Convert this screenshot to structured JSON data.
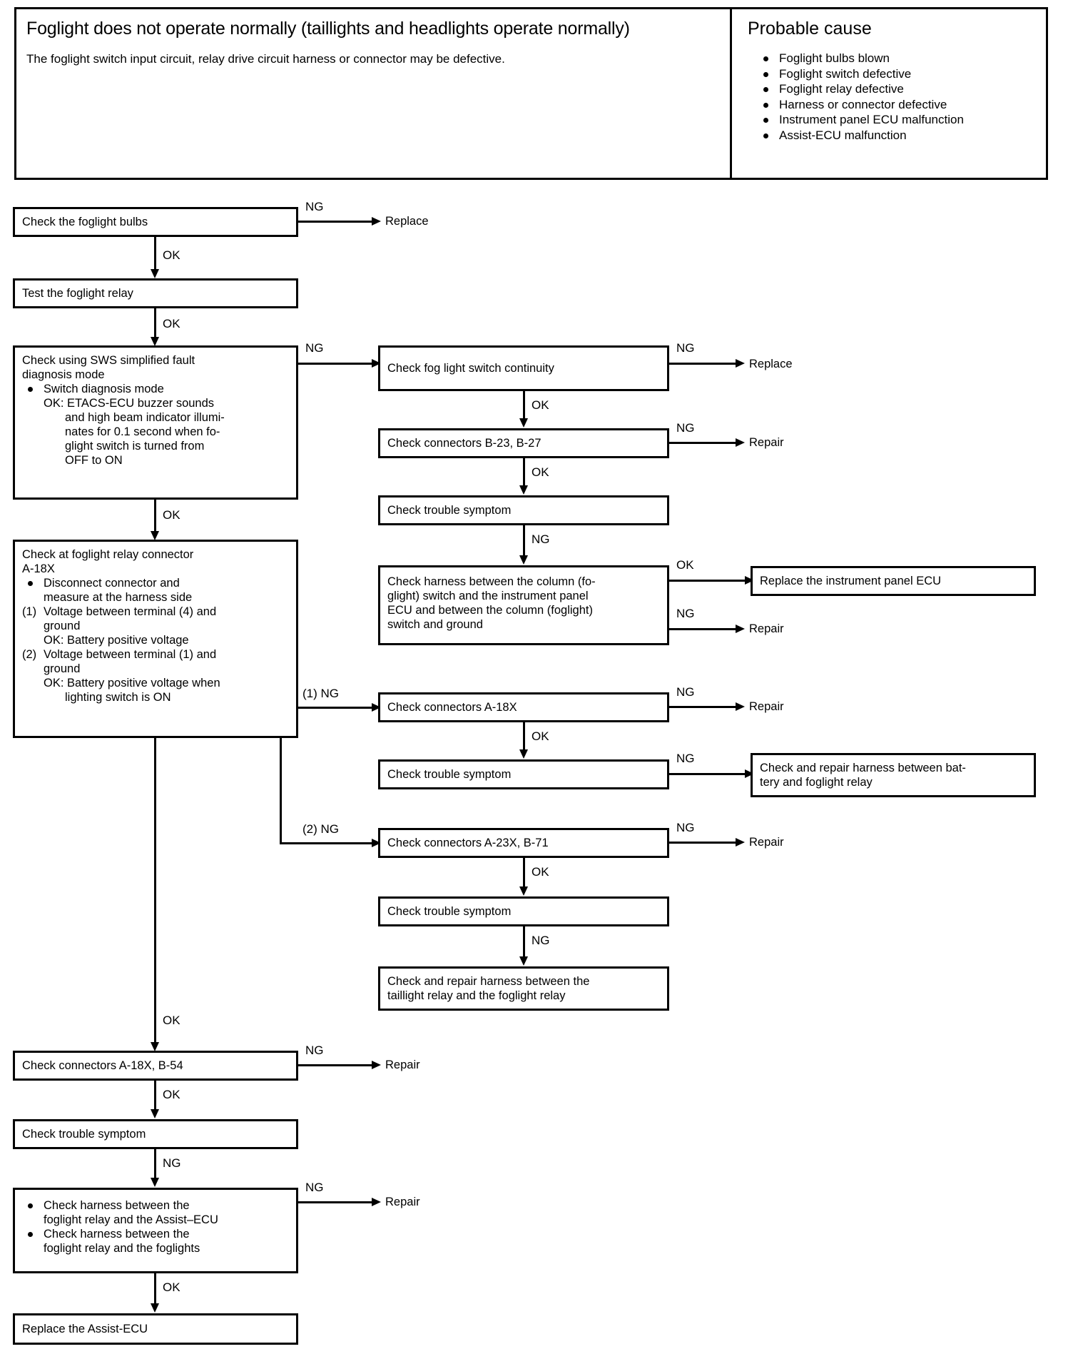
{
  "header": {
    "title": "Foglight does not operate normally (taillights and headlights operate normally)",
    "subtitle": "The foglight switch input circuit, relay drive circuit harness or connector may be defective.",
    "cause_title": "Probable cause",
    "causes": [
      "Foglight bulbs blown",
      "Foglight switch defective",
      "Foglight relay defective",
      "Harness or connector defective",
      "Instrument panel ECU malfunction",
      "Assist-ECU malfunction"
    ]
  },
  "labels": {
    "ok": "OK",
    "ng": "NG",
    "ng1": "(1) NG",
    "ng2": "(2) NG"
  },
  "nodes": {
    "check_bulbs": "Check the foglight bulbs",
    "replace1": "Replace",
    "test_relay": "Test the foglight relay",
    "sws": {
      "line1": "Check using SWS simplified fault",
      "line2": "diagnosis mode",
      "bullet": "Switch diagnosis mode",
      "ok1": "OK:   ETACS-ECU buzzer sounds",
      "ok2": "and high beam indicator illumi-",
      "ok3": "nates for 0.1 second when fo-",
      "ok4": "glight switch is turned from",
      "ok5": "OFF to ON"
    },
    "relay_conn": {
      "line1": "Check at foglight relay connector",
      "line2": "A-18X",
      "bullet1": "Disconnect connector and",
      "bullet1b": "measure at the harness side",
      "n1": "(1)",
      "n1a": "Voltage between terminal (4) and",
      "n1b": "ground",
      "n1ok": "OK:   Battery positive voltage",
      "n2": "(2)",
      "n2a": "Voltage between terminal (1) and",
      "n2b": "ground",
      "n2ok": "OK:   Battery positive voltage when",
      "n2ok2": "lighting switch is ON"
    },
    "fog_switch_cont": "Check fog light switch continuity",
    "replace2": "Replace",
    "conn_b23": "Check connectors B-23, B-27",
    "repair1": "Repair",
    "trouble1": "Check trouble symptom",
    "harness_column": {
      "l1": "Check harness between the column (fo-",
      "l2": "glight) switch and the instrument panel",
      "l3": "ECU and between the column (foglight)",
      "l4": "switch and ground"
    },
    "replace_ipecu": "Replace the instrument  panel ECU",
    "repair2": "Repair",
    "conn_a18x": "Check connectors A-18X",
    "repair3": "Repair",
    "trouble2": "Check trouble symptom",
    "harness_batt": {
      "l1": "Check and repair harness between bat-",
      "l2": "tery and foglight relay"
    },
    "conn_a23x": "Check connectors A-23X, B-71",
    "repair4": "Repair",
    "trouble3": "Check trouble symptom",
    "harness_tail": {
      "l1": "Check and repair harness between the",
      "l2": "taillight relay and the foglight relay"
    },
    "conn_a18x_b54": "Check connectors A-18X, B-54",
    "repair5": "Repair",
    "trouble4": "Check trouble symptom",
    "harness_assist": {
      "b1a": "Check harness between the",
      "b1b": "foglight relay and the Assist–ECU",
      "b2a": "Check harness between the",
      "b2b": "foglight relay and the foglights"
    },
    "repair6": "Repair",
    "replace_assist": "Replace the Assist-ECU"
  }
}
